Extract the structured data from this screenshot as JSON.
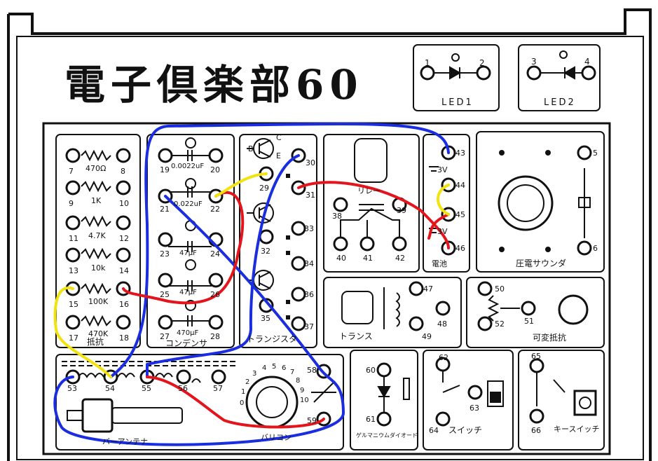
{
  "title": "電子倶楽部60",
  "led_panel": [
    {
      "label": "LED1",
      "terminals": [
        "1",
        "2"
      ]
    },
    {
      "label": "LED2",
      "terminals": [
        "3",
        "4"
      ]
    }
  ],
  "resistor_panel": {
    "label": "抵抗",
    "rows": [
      {
        "left": "7",
        "right": "8",
        "value": "470Ω"
      },
      {
        "left": "9",
        "right": "10",
        "value": "1K"
      },
      {
        "left": "11",
        "right": "12",
        "value": "4.7K"
      },
      {
        "left": "13",
        "right": "14",
        "value": "10k"
      },
      {
        "left": "15",
        "right": "16",
        "value": "100K"
      },
      {
        "left": "17",
        "right": "18",
        "value": "470K"
      }
    ]
  },
  "capacitor_panel": {
    "label": "コンデンサ",
    "rows": [
      {
        "left": "19",
        "right": "20",
        "value": "0.0022uF"
      },
      {
        "left": "21",
        "right": "22",
        "value": "0.022uF"
      },
      {
        "left": "23",
        "right": "24",
        "value": "47μF"
      },
      {
        "left": "25",
        "right": "26",
        "value": "47μF"
      },
      {
        "left": "27",
        "right": "28",
        "value": "470μF"
      }
    ]
  },
  "transistor_panel": {
    "label": "トランジスタ",
    "terminals": [
      "29",
      "30",
      "31",
      "32",
      "33",
      "34",
      "35",
      "36",
      "37"
    ],
    "pins": [
      "B",
      "C",
      "E"
    ]
  },
  "relay_panel": {
    "label": "リレー",
    "terminals": [
      "38",
      "39",
      "40",
      "41",
      "42"
    ]
  },
  "battery_panel": {
    "label": "電池",
    "terminals": [
      "43",
      "44",
      "45",
      "46"
    ],
    "voltages": [
      "3V",
      "3V"
    ]
  },
  "sounder_panel": {
    "label": "圧電サウンダ",
    "terminals": [
      "5",
      "6"
    ]
  },
  "transformer_panel": {
    "label": "トランス",
    "terminals": [
      "47",
      "48",
      "49"
    ]
  },
  "variable_resistor_panel": {
    "label": "可変抵抗",
    "terminals": [
      "50",
      "51",
      "52"
    ]
  },
  "antenna_panel": {
    "label": "バーアンテナ",
    "terminals": [
      "53",
      "54",
      "55",
      "56",
      "57"
    ]
  },
  "varicon_panel": {
    "label": "バリコン",
    "terminals": [
      "58",
      "59"
    ],
    "dial": [
      "0",
      "1",
      "2",
      "3",
      "4",
      "5",
      "6",
      "7",
      "8",
      "9",
      "10"
    ]
  },
  "diode_panel": {
    "label": "ゲルマニウムダイオード",
    "terminals": [
      "60",
      "61"
    ]
  },
  "switch_panel": {
    "label": "スイッチ",
    "terminals": [
      "62",
      "63",
      "64"
    ]
  },
  "key_switch_panel": {
    "label": "キースイッチ",
    "terminals": [
      "65",
      "66"
    ]
  },
  "wire_colors": {
    "blue": "#1a2ee0",
    "red": "#e3141b",
    "yellow": "#f2e310"
  }
}
